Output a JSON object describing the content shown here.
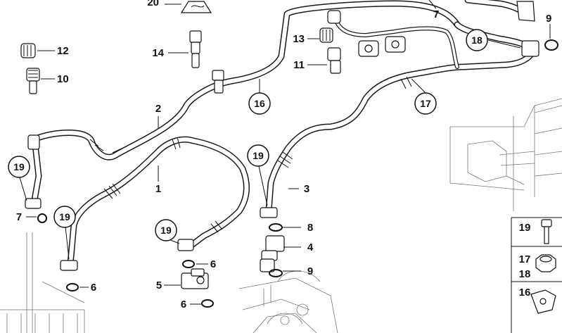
{
  "callouts": {
    "n1": "1",
    "n2": "2",
    "n3": "3",
    "n4": "4",
    "n5": "5",
    "n6a": "6",
    "n6b": "6",
    "n6c": "6",
    "n7a": "7",
    "n7b": "7",
    "n8": "8",
    "n9a": "9",
    "n9b": "9",
    "n10": "10",
    "n11": "11",
    "n12": "12",
    "n13": "13",
    "n14": "14",
    "n16": "16",
    "n17": "17",
    "n18": "18",
    "n19a": "19",
    "n19b": "19",
    "n19c": "19",
    "n19d": "19",
    "n20": "20"
  },
  "legend": {
    "l19": "19",
    "l17": "17",
    "l18": "18",
    "l16": "16"
  },
  "colors": {
    "line": "#1a1a1a",
    "background": "#ffffff",
    "ghost": "#777777"
  }
}
